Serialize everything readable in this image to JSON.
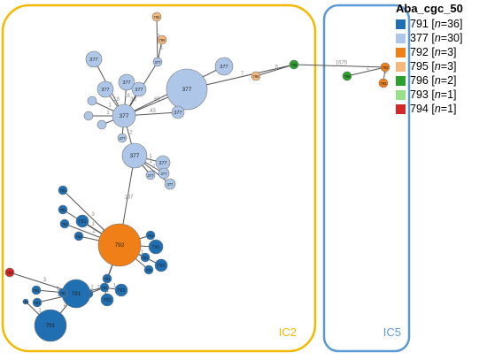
{
  "legend": {
    "title": "Aba_cgc_50",
    "items": [
      {
        "st": "791",
        "n": "36",
        "color": "#1f6fb2"
      },
      {
        "st": "377",
        "n": "30",
        "color": "#aec7e8"
      },
      {
        "st": "792",
        "n": "3",
        "color": "#f07f18"
      },
      {
        "st": "795",
        "n": "3",
        "color": "#f5b77c"
      },
      {
        "st": "796",
        "n": "2",
        "color": "#2ca02c"
      },
      {
        "st": "793",
        "n": "1",
        "color": "#98df8a"
      },
      {
        "st": "794",
        "n": "1",
        "color": "#d62728"
      }
    ]
  },
  "groups": [
    {
      "label": "IC2",
      "color": "#f5b800"
    },
    {
      "label": "IC5",
      "color": "#5b9bd5"
    }
  ],
  "nodes": [
    {
      "label": "377",
      "type": "377"
    },
    {
      "label": "377",
      "type": "377"
    },
    {
      "label": "377",
      "type": "377"
    },
    {
      "label": "377",
      "type": "377"
    },
    {
      "label": "377",
      "type": "377"
    },
    {
      "label": "377",
      "type": "377"
    },
    {
      "label": "377",
      "type": "377"
    },
    {
      "label": "",
      "type": "377"
    },
    {
      "label": "",
      "type": "377"
    },
    {
      "label": "",
      "type": "377"
    },
    {
      "label": "377",
      "type": "377"
    },
    {
      "label": "377",
      "type": "377"
    },
    {
      "label": "377",
      "type": "377"
    },
    {
      "label": "377",
      "type": "377"
    },
    {
      "label": "377",
      "type": "377"
    },
    {
      "label": "377",
      "type": "377"
    },
    {
      "label": "377",
      "type": "377"
    },
    {
      "label": "377",
      "type": "377"
    },
    {
      "label": "795",
      "type": "795"
    },
    {
      "label": "795",
      "type": "795"
    },
    {
      "label": "795",
      "type": "795"
    },
    {
      "label": "796",
      "type": "796"
    },
    {
      "label": "796",
      "type": "796"
    },
    {
      "label": "792",
      "type": "792"
    },
    {
      "label": "793",
      "type": "792"
    },
    {
      "label": "792",
      "type": "792"
    },
    {
      "label": "791",
      "type": "791"
    },
    {
      "label": "791",
      "type": "791"
    },
    {
      "label": "791",
      "type": "791"
    },
    {
      "label": "791",
      "type": "791"
    },
    {
      "label": "791",
      "type": "791"
    },
    {
      "label": "791",
      "type": "791"
    },
    {
      "label": "791",
      "type": "791"
    },
    {
      "label": "791",
      "type": "791"
    },
    {
      "label": "791",
      "type": "791"
    },
    {
      "label": "791",
      "type": "791"
    },
    {
      "label": "791",
      "type": "791"
    },
    {
      "label": "791",
      "type": "791"
    },
    {
      "label": "791",
      "type": "791"
    },
    {
      "label": "791",
      "type": "791"
    },
    {
      "label": "791",
      "type": "791"
    },
    {
      "label": "791",
      "type": "791"
    },
    {
      "label": "791",
      "type": "791"
    },
    {
      "label": "791",
      "type": "791"
    },
    {
      "label": "791",
      "type": "791"
    },
    {
      "label": "791",
      "type": "791"
    },
    {
      "label": "791",
      "type": "791"
    },
    {
      "label": "794",
      "type": "794"
    },
    {
      "label": "793",
      "type": "793"
    }
  ],
  "edges": [
    {
      "from": 1,
      "to": 2,
      "label": "65"
    },
    {
      "from": 2,
      "to": 22,
      "label": "7"
    },
    {
      "from": 22,
      "to": 21,
      "label": "5"
    },
    {
      "from": 22,
      "to": 24,
      "label": "1675"
    },
    {
      "from": 24,
      "to": 23,
      "label": "1"
    },
    {
      "from": 24,
      "to": 25,
      "label": "2"
    },
    {
      "from": 1,
      "to": 3,
      "label": "1"
    },
    {
      "from": 1,
      "to": 4,
      "label": "18"
    },
    {
      "from": 1,
      "to": 5,
      "label": "18"
    },
    {
      "from": 1,
      "to": 6,
      "label": "38"
    },
    {
      "from": 1,
      "to": 7,
      "label": "43"
    },
    {
      "from": 1,
      "to": 8,
      "label": "1"
    },
    {
      "from": 1,
      "to": 9,
      "label": "1"
    },
    {
      "from": 1,
      "to": 10,
      "label": "1"
    },
    {
      "from": 1,
      "to": 11,
      "label": "1"
    },
    {
      "from": 1,
      "to": 12,
      "label": "15"
    },
    {
      "from": 1,
      "to": 18,
      "label": "7"
    },
    {
      "from": 18,
      "to": 19,
      "label": "1"
    },
    {
      "from": 18,
      "to": 20,
      "label": "1"
    },
    {
      "from": 1,
      "to": 13,
      "label": "2"
    },
    {
      "from": 13,
      "to": 14,
      "label": "1"
    },
    {
      "from": 13,
      "to": 15,
      "label": "1"
    },
    {
      "from": 13,
      "to": 16,
      "label": "1"
    },
    {
      "from": 13,
      "to": 17,
      "label": "1"
    },
    {
      "from": 13,
      "to": 26,
      "label": "137"
    },
    {
      "from": 26,
      "to": 47,
      "label": "3"
    },
    {
      "from": 26,
      "to": 27,
      "label": "1"
    },
    {
      "from": 26,
      "to": 28,
      "label": "1"
    },
    {
      "from": 26,
      "to": 29,
      "label": "2"
    },
    {
      "from": 26,
      "to": 30,
      "label": "4"
    },
    {
      "from": 26,
      "to": 31,
      "label": "1"
    },
    {
      "from": 26,
      "to": 32,
      "label": "1"
    },
    {
      "from": 26,
      "to": 33,
      "label": "1"
    },
    {
      "from": 26,
      "to": 34,
      "label": "1"
    },
    {
      "from": 26,
      "to": 35,
      "label": "1"
    },
    {
      "from": 26,
      "to": 36,
      "label": "1"
    },
    {
      "from": 26,
      "to": 37,
      "label": "2"
    },
    {
      "from": 37,
      "to": 38,
      "label": "1"
    },
    {
      "from": 37,
      "to": 39,
      "label": "1"
    },
    {
      "from": 37,
      "to": 40,
      "label": "1"
    },
    {
      "from": 37,
      "to": 41,
      "label": "2"
    },
    {
      "from": 41,
      "to": 42,
      "label": "1"
    },
    {
      "from": 41,
      "to": 43,
      "label": "3"
    },
    {
      "from": 41,
      "to": 44,
      "label": "1"
    },
    {
      "from": 41,
      "to": 48,
      "label": "3"
    },
    {
      "from": 41,
      "to": 45,
      "label": "6"
    },
    {
      "from": 45,
      "to": 46,
      "label": "1"
    }
  ]
}
